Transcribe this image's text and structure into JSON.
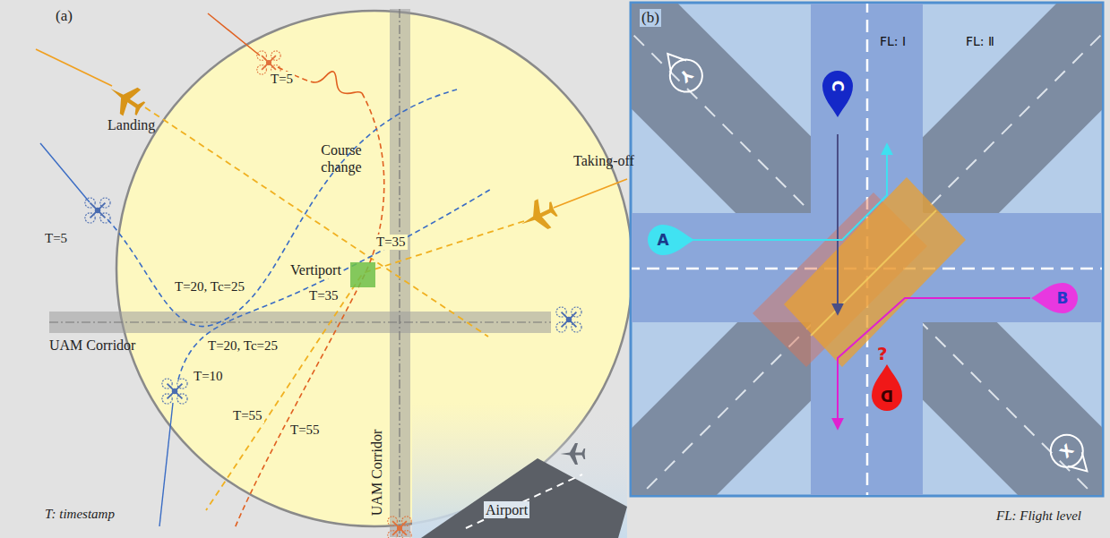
{
  "diagram": {
    "nodes": [
      {
        "text": [
          "C"
        ]
      },
      {
        "text": [
          "A"
        ]
      },
      {
        "text": [
          "B"
        ]
      },
      {
        "text": [
          "D"
        ]
      },
      {
        "text": [
          "Y"
        ]
      },
      {
        "text": [
          "X"
        ]
      }
    ],
    "labels": [
      "(a)",
      "T=5",
      "Landing",
      "Course change",
      "Taking-off",
      "T=5",
      "T=35",
      "Vertiport",
      "T=35",
      "T=20, Tc=25",
      "UAM Corridor",
      "T=20, Tc=25",
      "T=10",
      "T=55",
      "T=55",
      "UAM Corridor",
      "Airport",
      "T: timestamp",
      "(b)",
      "FL: I",
      "FL: Ⅱ",
      "?",
      "FL: Flight level"
    ]
  }
}
